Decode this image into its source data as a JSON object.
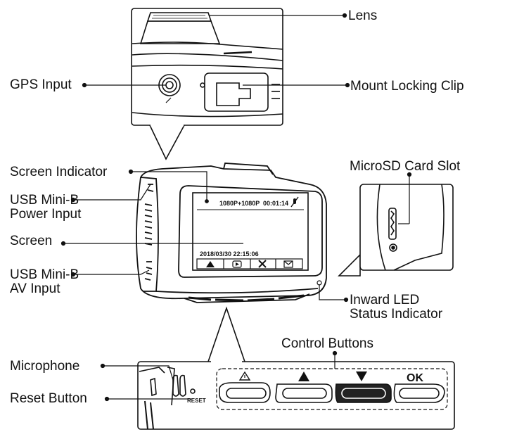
{
  "labels": {
    "lens": "Lens",
    "gps_input": "GPS Input",
    "mount_locking_clip": "Mount Locking Clip",
    "screen_indicator": "Screen Indicator",
    "microsd_card_slot": "MicroSD Card Slot",
    "usb_power_line1": "USB Mini-B",
    "usb_power_line2": "Power Input",
    "screen": "Screen",
    "usb_av_line1": "USB Mini-B",
    "usb_av_line2": "AV Input",
    "inward_led_line1": "Inward LED",
    "inward_led_line2": "Status Indicator",
    "control_buttons": "Control Buttons",
    "microphone": "Microphone",
    "reset_button": "Reset Button"
  },
  "screen_osd": {
    "resolution": "1080P+1080P",
    "timer": "00:01:14",
    "datetime": "2018/03/30 22:15:06"
  },
  "device_text": {
    "ok_button": "OK",
    "reset_mark": "RESET"
  },
  "icons": {
    "mic_muted": "mic-muted-icon",
    "emergency": "warning-triangle-icon",
    "playback": "play-icon",
    "settings": "tools-icon",
    "message": "envelope-icon",
    "up": "triangle-up-icon",
    "down": "triangle-down-icon"
  }
}
